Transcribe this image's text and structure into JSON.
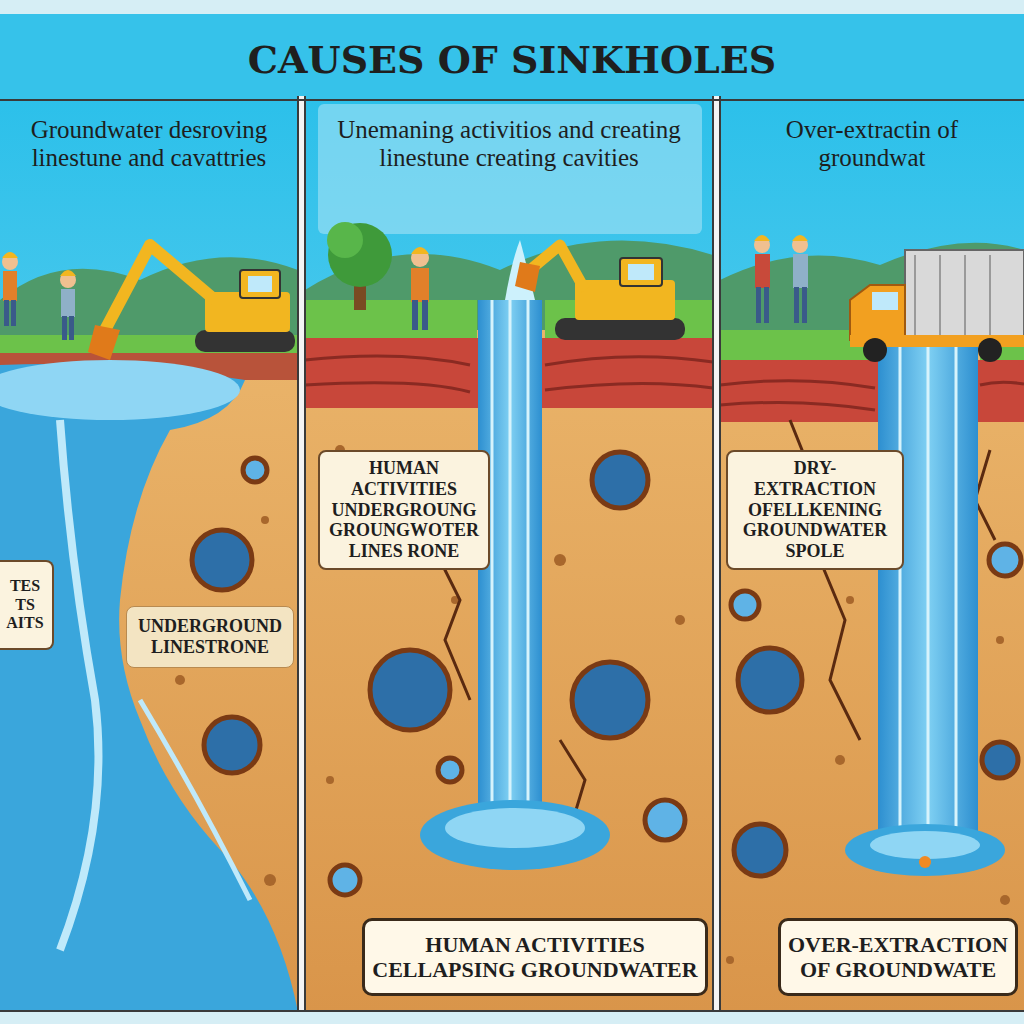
{
  "diagram": {
    "title": "CAUSES OF SINKHOLES",
    "nodes": [
      {
        "text": [
          "Groundwater desroving linestune and cavattries"
        ]
      },
      {
        "text": [
          "TES TS AITS"
        ],
        "in": 0
      },
      {
        "text": [
          "UNDERGROUND LINESTRONE"
        ],
        "in": 0
      },
      {
        "text": [
          "Unemaning activitios and creating linestune creating cavities"
        ]
      },
      {
        "text": [
          "HUMAN ACTIVITIES UNDERGROUNG GROUNGWOTER LINES RONE"
        ],
        "in": 3
      },
      {
        "text": [
          "HUMAN ACTIVITIES CELLAPSING GROUNDWATER"
        ],
        "in": 3
      },
      {
        "text": [
          "Over-extractin of groundwat"
        ]
      },
      {
        "text": [
          "DRY- EXTRACTION OFELLKENING GROUNDWATER SPOLE"
        ],
        "in": 6
      },
      {
        "text": [
          "OVER-EXTRACTION OF GROUNDWATE"
        ],
        "in": 6
      }
    ]
  }
}
